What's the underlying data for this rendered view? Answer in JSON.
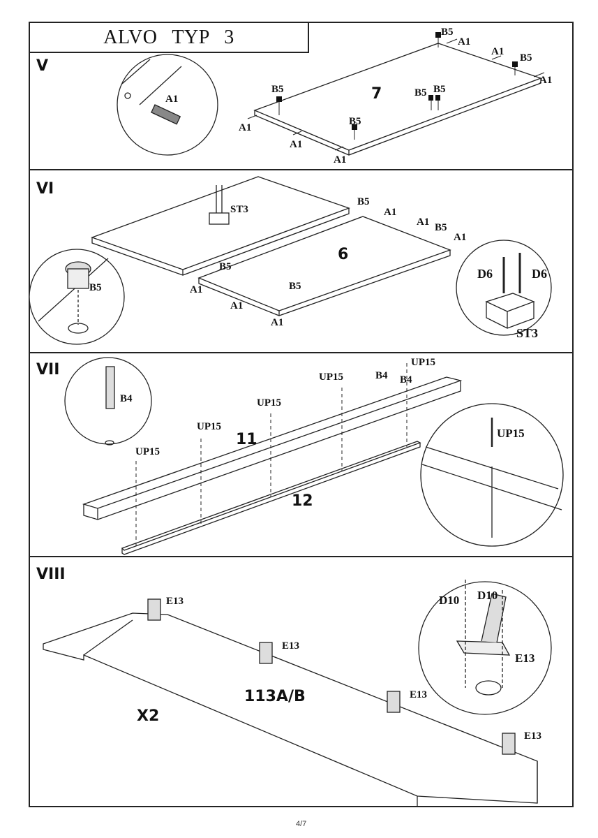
{
  "title": "ALVO TYP 3",
  "page_number": "4/7",
  "sections": [
    {
      "step": "V",
      "panel": "7",
      "labels": [
        "A1",
        "B5",
        "A1",
        "A1",
        "A1",
        "B5",
        "B5",
        "B5",
        "B5",
        "A1",
        "A1",
        "B5",
        "A1"
      ]
    },
    {
      "step": "VI",
      "panel": "6",
      "labels": [
        "ST3",
        "B5",
        "A1",
        "A1",
        "B5",
        "A1",
        "B5",
        "A1",
        "A1",
        "B5",
        "A1",
        "B5",
        "D6",
        "D6",
        "ST3"
      ]
    },
    {
      "step": "VII",
      "panels": [
        "11",
        "12"
      ],
      "labels": [
        "B4",
        "UP15",
        "UP15",
        "UP15",
        "UP15",
        "B4",
        "B4",
        "UP15",
        "UP15"
      ]
    },
    {
      "step": "VIII",
      "panel": "113A/B",
      "quantity": "X2",
      "labels": [
        "E13",
        "E13",
        "E13",
        "E13",
        "D10",
        "D10",
        "E13"
      ]
    }
  ]
}
